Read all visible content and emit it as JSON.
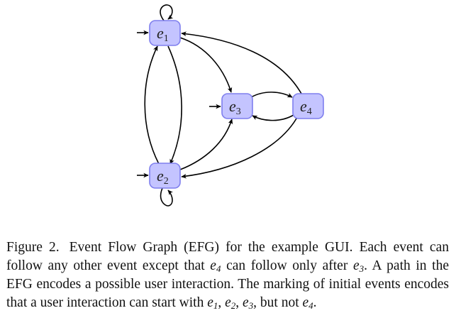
{
  "nodes": [
    {
      "id": "e1",
      "base": "e",
      "sub": "1"
    },
    {
      "id": "e2",
      "base": "e",
      "sub": "2"
    },
    {
      "id": "e3",
      "base": "e",
      "sub": "3"
    },
    {
      "id": "e4",
      "base": "e",
      "sub": "4"
    }
  ],
  "colors": {
    "node_fill": "#c4c4ff",
    "node_stroke": "#7f7fee",
    "edge": "#000000"
  },
  "caption": {
    "label": "Figure 2.",
    "text_1": "Event Flow Graph (EFG) for the example GUI. Each event can follow any other event except that ",
    "text_2": " can follow only after ",
    "text_3": ". A path in the EFG encodes a possible user interaction. The marking of initial events encodes that a user interaction can start with ",
    "sep_a": ", ",
    "sep_b": ", ",
    "text_4": ", but not ",
    "text_5": ".",
    "math_base": "e",
    "m_e4a": "4",
    "m_e3": "3",
    "m_e1": "1",
    "m_e2": "2",
    "m_e3b": "3",
    "m_e4b": "4"
  }
}
